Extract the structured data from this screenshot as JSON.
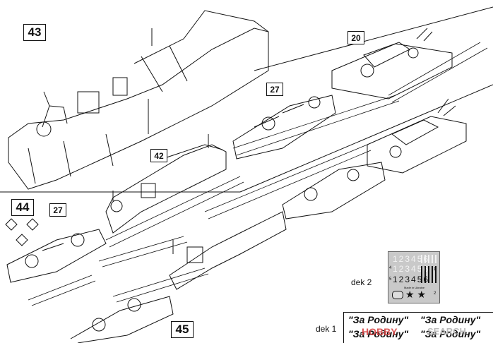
{
  "steps": {
    "s43": "43",
    "s20": "20",
    "s27a": "27",
    "s42": "42",
    "s44": "44",
    "s27b": "27",
    "s45": "45"
  },
  "decals": {
    "label_top": "dek 2",
    "label_bottom": "dek 1",
    "sheet_row1": "123456",
    "sheet_row2": "123456",
    "sheet_row3": "123456",
    "sheet_stars": "★ ★",
    "sheet_made": "Made in Ukraine",
    "sheet_n1": "1",
    "sheet_n2": "2",
    "sheet_n4": "4",
    "sheet_n5": "5",
    "slogan1": "\"За Родину\"",
    "slogan2": "\"За Родину\"",
    "slogan3": "\"За Родину\"",
    "slogan4": "\"За Родину\""
  },
  "watermark": {
    "brand": "HOBBY",
    "suffix": "SEARCH"
  }
}
